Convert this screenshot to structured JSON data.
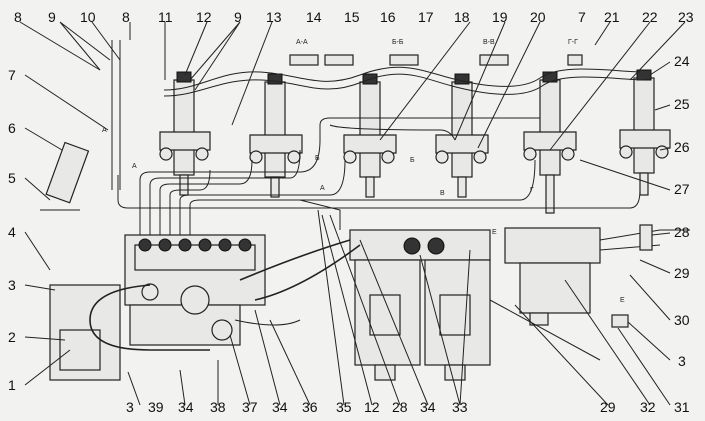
{
  "callouts": {
    "top": [
      "8",
      "9",
      "10",
      "8",
      "11",
      "12",
      "9",
      "13",
      "14",
      "15",
      "16",
      "17",
      "18",
      "19",
      "20",
      "7",
      "21",
      "22",
      "23"
    ],
    "left": [
      "7",
      "6",
      "5",
      "4",
      "3",
      "2",
      "1"
    ],
    "right": [
      "24",
      "25",
      "26",
      "27",
      "28",
      "29",
      "30",
      "3",
      "31"
    ],
    "bottom": [
      "3",
      "39",
      "34",
      "38",
      "37",
      "34",
      "36",
      "35",
      "12",
      "28",
      "34",
      "33",
      "29",
      "32"
    ]
  },
  "section_marks": {
    "aa": "A-A",
    "bb1": "Б-Б",
    "bb2": "В-В",
    "gg": "Г-Г",
    "a1": "А",
    "a2": "А",
    "a3": "А",
    "b1": "Б",
    "b2": "Б",
    "v1": "В",
    "g1": "Г",
    "e1": "Е",
    "e2": "Е"
  }
}
